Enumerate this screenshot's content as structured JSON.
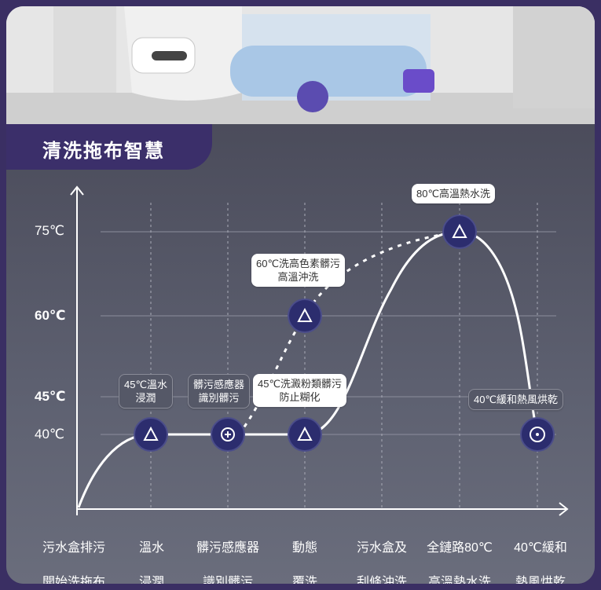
{
  "title": "清洗拖布智慧",
  "y_axis": {
    "ticks": [
      {
        "label": "75℃",
        "bold": false
      },
      {
        "label": "60℃",
        "bold": true
      },
      {
        "label": "45℃",
        "bold": true
      },
      {
        "label": "40℃",
        "bold": false
      }
    ]
  },
  "x_axis": {
    "steps": [
      {
        "line1": "污水盒排污",
        "line2": "開始洗拖布"
      },
      {
        "line1": "溫水",
        "line2": "浸潤"
      },
      {
        "line1": "髒污感應器",
        "line2": "識別髒污"
      },
      {
        "line1": "動態",
        "line2": "覆洗"
      },
      {
        "line1": "污水盒及",
        "line2": "刮條沖洗"
      },
      {
        "line1": "全鏈路80℃",
        "line2": "高溫熱水洗"
      },
      {
        "line1": "40℃緩和",
        "line2": "熱風烘乾"
      }
    ]
  },
  "callouts": {
    "c80": "80℃高溫熱水洗",
    "c60_line1": "60℃洗高色素髒污",
    "c60_line2": "高溫沖洗",
    "c45w_line1": "45℃溫水",
    "c45w_line2": "浸潤",
    "sensor_line1": "髒污感應器",
    "sensor_line2": "識別髒污",
    "c45s_line1": "45℃洗澱粉類髒污",
    "c45s_line2": "防止糊化",
    "c40": "40℃緩和熱風烘乾"
  },
  "icons": [
    "water-drop-icon",
    "water-drop-icon",
    "sensor-icon",
    "water-drop-icon",
    "water-drop-icon",
    "water-drop-icon",
    "fan-icon"
  ],
  "colors": {
    "accent": "#3b2f6a",
    "node": "#2c2d6e",
    "curve": "#ffffff"
  }
}
